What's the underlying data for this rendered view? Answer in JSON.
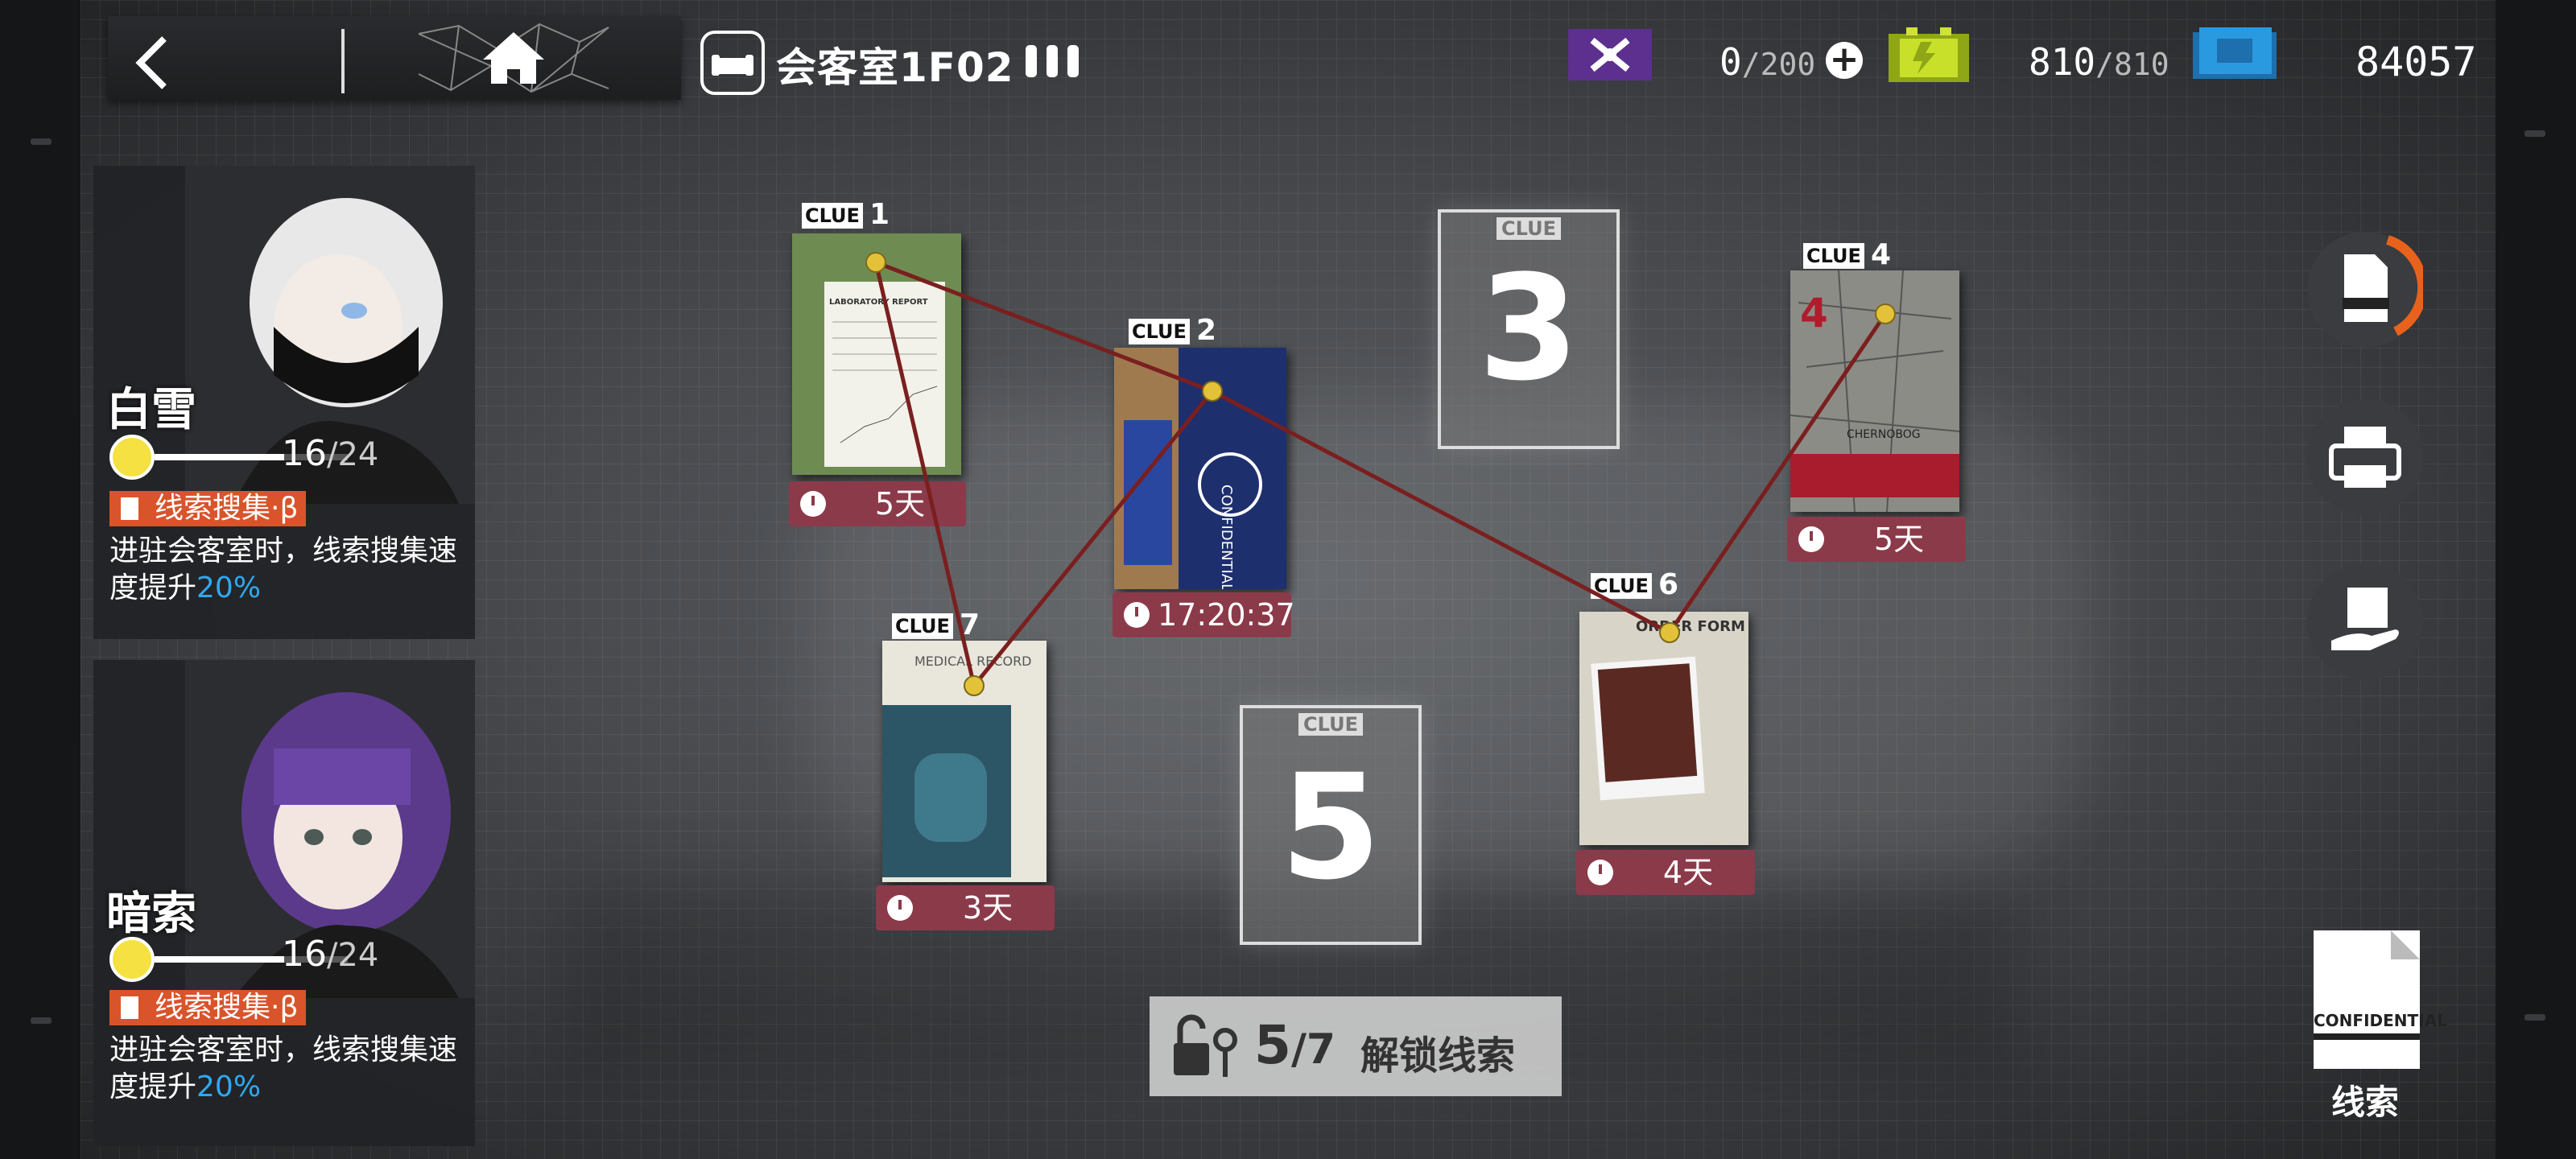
{
  "top_bar": {
    "room_title": "会客室1F02",
    "drone": {
      "value": "0",
      "max": "/200"
    },
    "sanity": {
      "value": "810",
      "max": "/810"
    },
    "originium": "84057"
  },
  "operators": [
    {
      "name": "白雪",
      "mood": "16",
      "mood_max": "/24",
      "mood_fraction": 0.67,
      "skill": "线索搜集·β",
      "desc_prefix": "进驻会客室时，线索搜集速度提升",
      "desc_value": "20%"
    },
    {
      "name": "暗索",
      "mood": "16",
      "mood_max": "/24",
      "mood_fraction": 0.67,
      "skill": "线索搜集·β",
      "desc_prefix": "进驻会客室时，线索搜集速度提升",
      "desc_value": "20%"
    }
  ],
  "clues": {
    "c1": {
      "tag": "CLUE",
      "num": "1",
      "timer": "5天",
      "card_text": "LABORATORY REPORT"
    },
    "c2": {
      "tag": "CLUE",
      "num": "2",
      "timer": "17:20:37",
      "card_text": "CONFIDENTIAL"
    },
    "c3": {
      "tag": "CLUE",
      "num": "3"
    },
    "c4": {
      "tag": "CLUE",
      "num": "4",
      "timer": "5天",
      "card_text": "CHERNOBOG"
    },
    "c5": {
      "tag": "CLUE",
      "num": "5"
    },
    "c6": {
      "tag": "CLUE",
      "num": "6",
      "timer": "4天",
      "card_text": "ORDER FORM"
    },
    "c7": {
      "tag": "CLUE",
      "num": "7",
      "timer": "3天",
      "card_text": "MEDICAL RECORD"
    }
  },
  "unlock": {
    "count": "5",
    "total": "/7",
    "label": "解锁线索"
  },
  "right": {
    "clue_icon_text": "CONFIDENTIAL",
    "clue_label": "线索"
  },
  "colors": {
    "timer_bg": "#8b3a4a",
    "skill_bg": "#d9542b",
    "highlight": "#2fa9f0",
    "string": "#7a1f1f",
    "pin": "#e3c23a"
  }
}
